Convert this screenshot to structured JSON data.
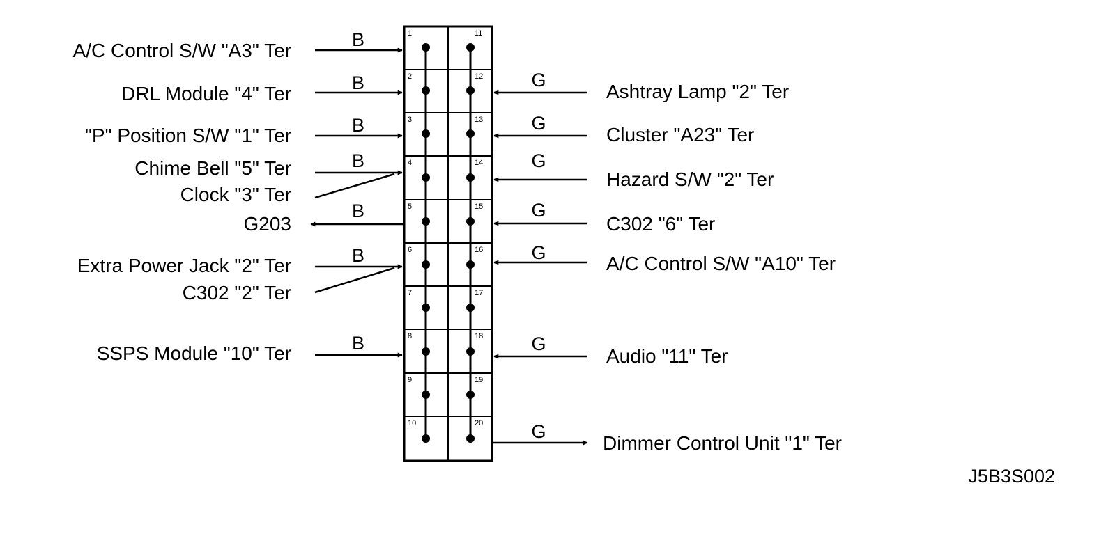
{
  "diagram_id": "J5B3S002",
  "connector": {
    "pins": [
      "1",
      "2",
      "3",
      "4",
      "5",
      "6",
      "7",
      "8",
      "9",
      "10",
      "11",
      "12",
      "13",
      "14",
      "15",
      "16",
      "17",
      "18",
      "19",
      "20"
    ]
  },
  "left_connections": [
    {
      "pin": "1",
      "wire": "B",
      "labels": [
        "A/C Control S/W  \"A3\" Ter"
      ]
    },
    {
      "pin": "2",
      "wire": "B",
      "labels": [
        "DRL Module  \"4\" Ter"
      ]
    },
    {
      "pin": "3",
      "wire": "B",
      "labels": [
        "\"P\" Position S/W \"1\" Ter"
      ]
    },
    {
      "pin": "4",
      "wire": "B",
      "labels": [
        "Chime Bell  \"5\" Ter",
        "Clock \"3\" Ter"
      ]
    },
    {
      "pin": "5",
      "wire": "B",
      "labels": [
        "G203"
      ]
    },
    {
      "pin": "6",
      "wire": "B",
      "labels": [
        "Extra Power Jack  \"2\" Ter",
        "C302 \"2\" Ter"
      ]
    },
    {
      "pin": "8",
      "wire": "B",
      "labels": [
        "SSPS Module  \"10\" Ter"
      ]
    }
  ],
  "right_connections": [
    {
      "pin": "12",
      "wire": "G",
      "labels": [
        "Ashtray Lamp  \"2\" Ter"
      ]
    },
    {
      "pin": "13",
      "wire": "G",
      "labels": [
        "Cluster  \"A23\" Ter"
      ]
    },
    {
      "pin": "14",
      "wire": "G",
      "labels": [
        "Hazard S/W  \"2\" Ter"
      ]
    },
    {
      "pin": "15",
      "wire": "G",
      "labels": [
        "C302 \"6\" Ter"
      ]
    },
    {
      "pin": "16",
      "wire": "G",
      "labels": [
        "A/C Control S/W  \"A10\" Ter"
      ]
    },
    {
      "pin": "18",
      "wire": "G",
      "labels": [
        "Audio \"11\" Ter"
      ]
    },
    {
      "pin": "20",
      "wire": "G",
      "labels": [
        "Dimmer Control Unit  \"1\" Ter"
      ]
    }
  ]
}
